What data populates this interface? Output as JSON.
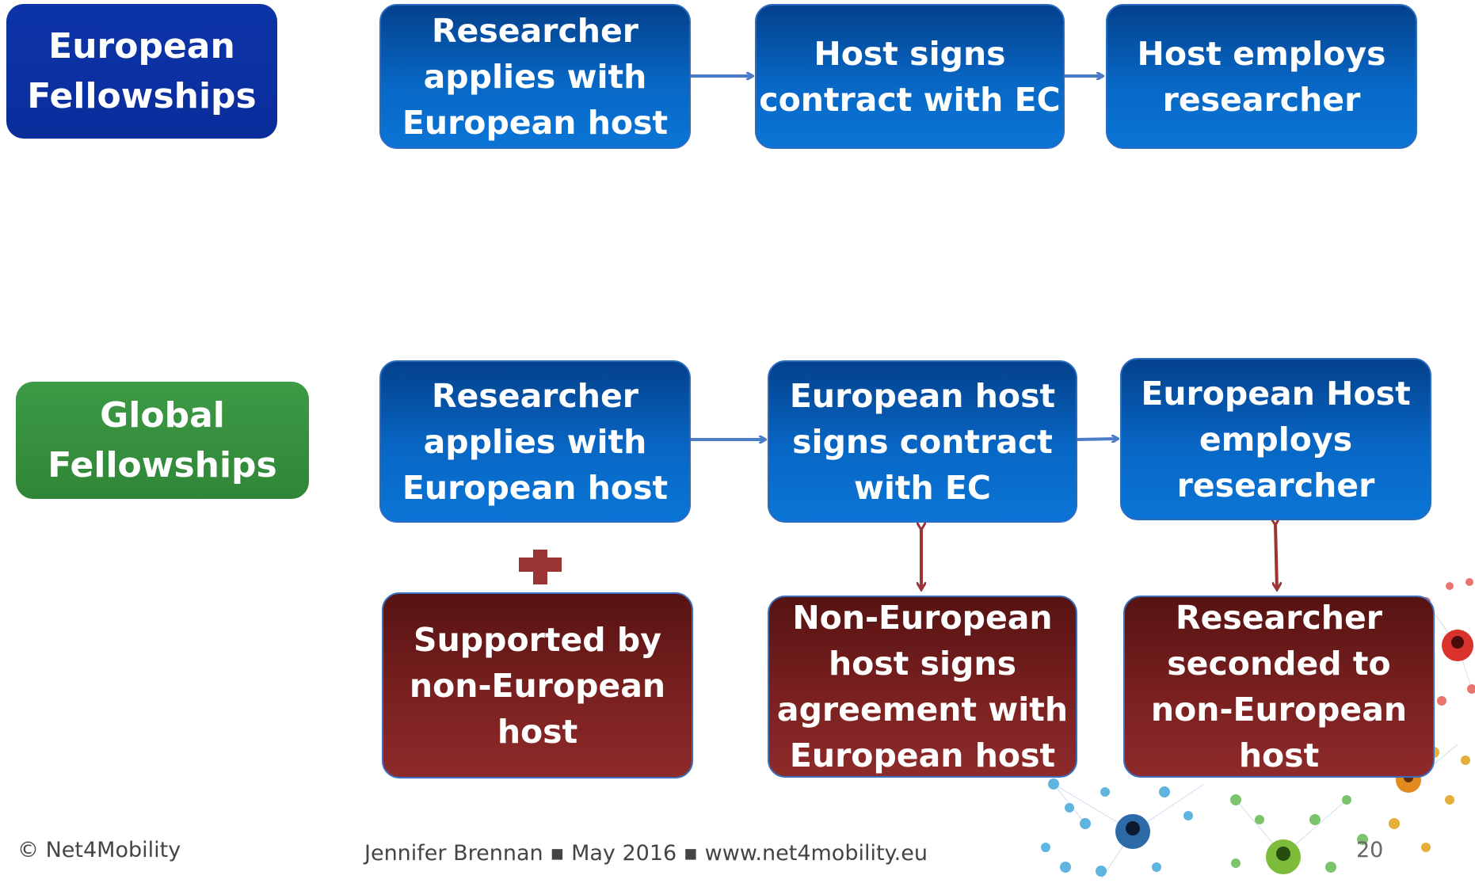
{
  "rows": [
    {
      "label": "European\nFellowships",
      "steps": [
        "Researcher\napplies with\nEuropean host",
        "Host signs\ncontract with EC",
        "Host employs\nresearcher"
      ]
    },
    {
      "label": "Global\nFellowships",
      "steps": [
        "Researcher\napplies with\nEuropean host",
        "European host\nsigns contract\nwith EC",
        "European Host\nemploys\nresearcher"
      ],
      "non_european_steps": [
        "Supported by\nnon-European\nhost",
        "Non-European\nhost signs\nagreement with\nEuropean host",
        "Researcher\nseconded to\nnon-European\nhost"
      ]
    }
  ],
  "colors": {
    "european_step": "#0867c5",
    "non_european_step": "#7a2020",
    "european_label": "#0b2d9c",
    "global_label": "#2f8637",
    "flow_arrow": "#4a7cc8",
    "link_arrow": "#9b3535",
    "plus_sign": "#9b3535"
  },
  "icons": {
    "plus": "plus-icon",
    "network": "people-network-icon"
  },
  "footer": {
    "copyright": "© Net4Mobility",
    "credit": "Jennifer Brennan ▪ May 2016 ▪ www.net4mobility.eu",
    "page_number": "20"
  }
}
